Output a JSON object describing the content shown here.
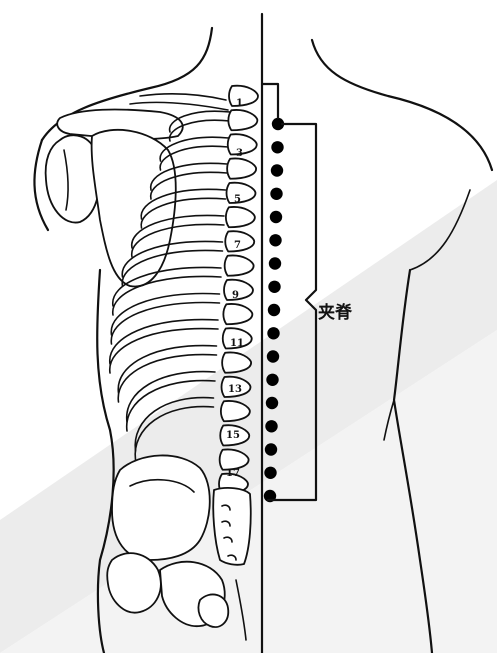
{
  "figure": {
    "acupoint_label": "夹脊",
    "vertebra_numbers": [
      "1",
      "3",
      "5",
      "7",
      "9",
      "11",
      "13",
      "15",
      "17"
    ],
    "acupoint_count": 17
  },
  "colors": {
    "ink": "#111111",
    "dot": "#000000",
    "watermark": "#e6e6e6"
  }
}
